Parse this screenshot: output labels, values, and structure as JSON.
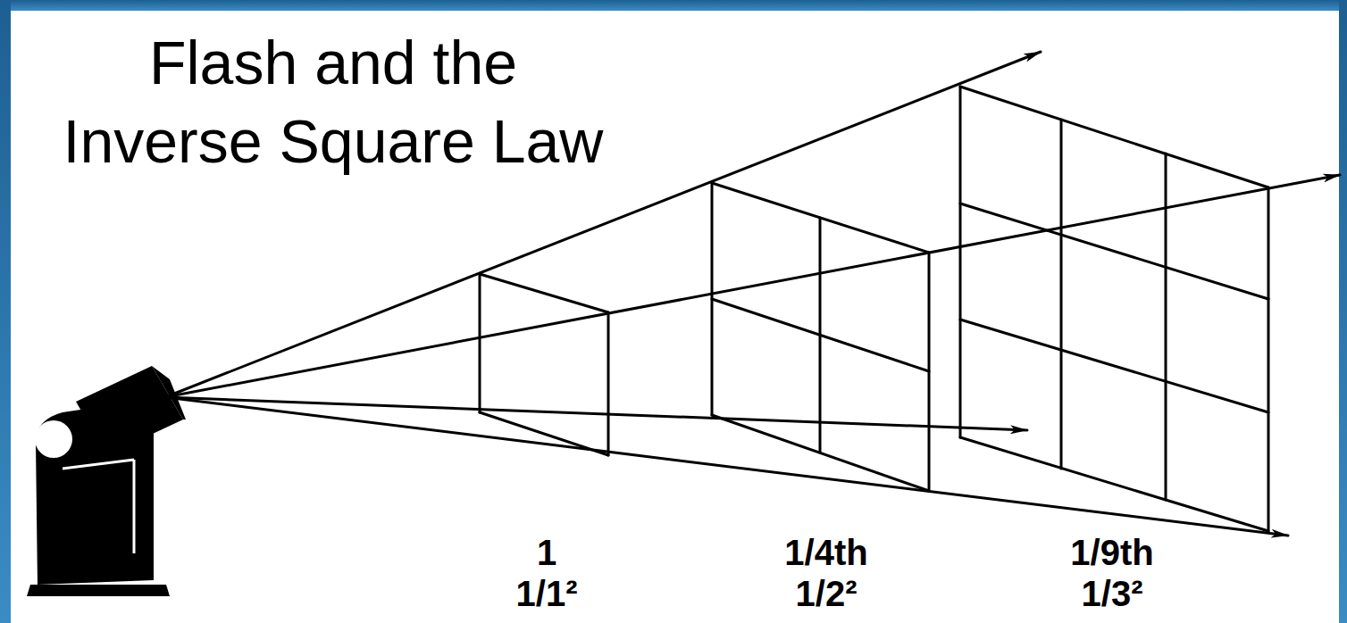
{
  "diagram": {
    "title": "Flash and the Inverse Square Law",
    "labels": [
      "1",
      "1/1²",
      "1/4th",
      "1/2²",
      "1/9th",
      "1/3²"
    ]
  }
}
